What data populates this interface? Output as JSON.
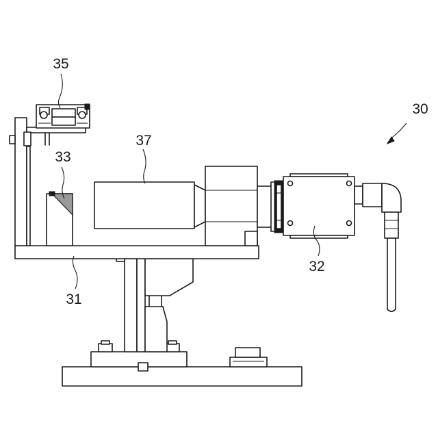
{
  "labels": {
    "assembly": "30",
    "base": "31",
    "camera": "32",
    "prism": "33",
    "bearing": "35",
    "lens": "37"
  },
  "colors": {
    "line": "#1a1a1a",
    "hatch": "#9a9a9a",
    "background": "#ffffff"
  }
}
